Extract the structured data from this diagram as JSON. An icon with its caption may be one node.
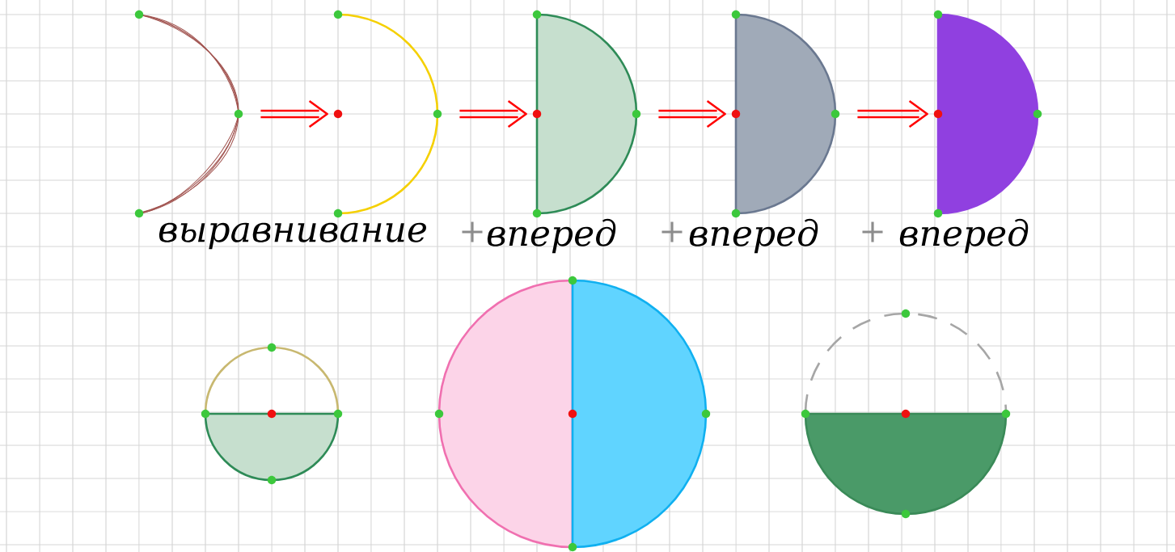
{
  "diagram": {
    "nodes": [
      {
        "text": [],
        "shape": "curve"
      },
      {
        "text": [],
        "shape": "arc"
      },
      {
        "text": [],
        "shape": "semicircle"
      },
      {
        "text": [],
        "shape": "semicircle"
      },
      {
        "text": [],
        "shape": "semicircle"
      }
    ],
    "edges": [
      {
        "from": 0,
        "to": 1,
        "arrow": "to"
      },
      {
        "from": 1,
        "to": 2,
        "arrow": "to"
      },
      {
        "from": 2,
        "to": 3,
        "arrow": "to"
      },
      {
        "from": 3,
        "to": 4,
        "arrow": "to"
      }
    ],
    "labels": [
      "выравнивание",
      "+",
      "вперед",
      "+",
      "вперед",
      "+",
      "вперед"
    ]
  }
}
